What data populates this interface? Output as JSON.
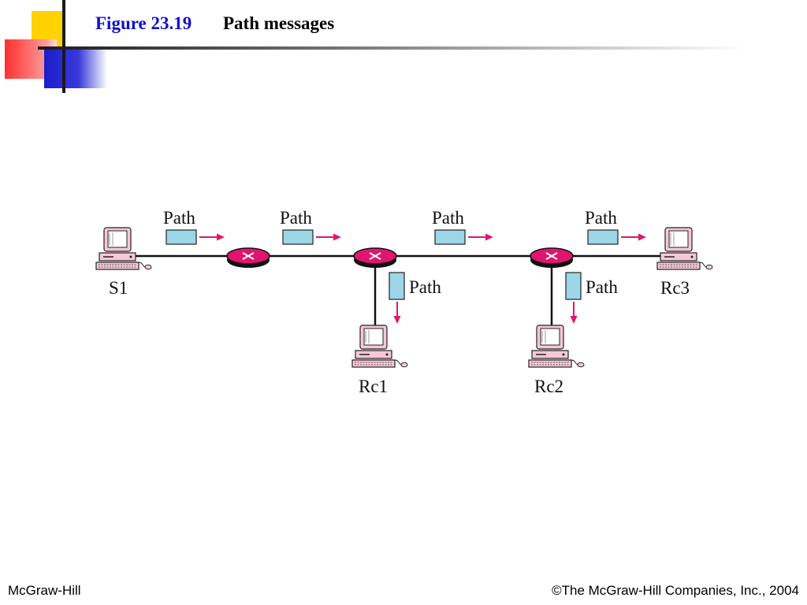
{
  "title": {
    "figure_number": "Figure 23.19",
    "caption": "Path messages"
  },
  "diagram": {
    "nodes": [
      {
        "id": "S1",
        "label": "S1",
        "kind": "host"
      },
      {
        "id": "R1",
        "label": "",
        "kind": "router"
      },
      {
        "id": "R2",
        "label": "",
        "kind": "router"
      },
      {
        "id": "R3",
        "label": "",
        "kind": "router"
      },
      {
        "id": "Rc1",
        "label": "Rc1",
        "kind": "host"
      },
      {
        "id": "Rc2",
        "label": "Rc2",
        "kind": "host"
      },
      {
        "id": "Rc3",
        "label": "Rc3",
        "kind": "host"
      }
    ],
    "edges": [
      {
        "from": "S1",
        "to": "R1"
      },
      {
        "from": "R1",
        "to": "R2"
      },
      {
        "from": "R2",
        "to": "R3"
      },
      {
        "from": "R3",
        "to": "Rc3"
      },
      {
        "from": "R2",
        "to": "Rc1"
      },
      {
        "from": "R3",
        "to": "Rc2"
      }
    ],
    "messages": [
      {
        "label": "Path",
        "on_edge": "S1-R1",
        "direction": "right"
      },
      {
        "label": "Path",
        "on_edge": "R1-R2",
        "direction": "right"
      },
      {
        "label": "Path",
        "on_edge": "R2-R3",
        "direction": "right"
      },
      {
        "label": "Path",
        "on_edge": "R3-Rc3",
        "direction": "right"
      },
      {
        "label": "Path",
        "on_edge": "R2-Rc1",
        "direction": "down"
      },
      {
        "label": "Path",
        "on_edge": "R3-Rc2",
        "direction": "down"
      }
    ]
  },
  "colors": {
    "title_blue": "#0f0fd0",
    "router_fill": "#e0166e",
    "arrow": "#e0166e",
    "packet_fill": "#9cd6e8",
    "computer_fill": "#f7c8d8"
  },
  "footer": {
    "left": "McGraw-Hill",
    "right": "©The McGraw-Hill Companies, Inc., 2004"
  }
}
